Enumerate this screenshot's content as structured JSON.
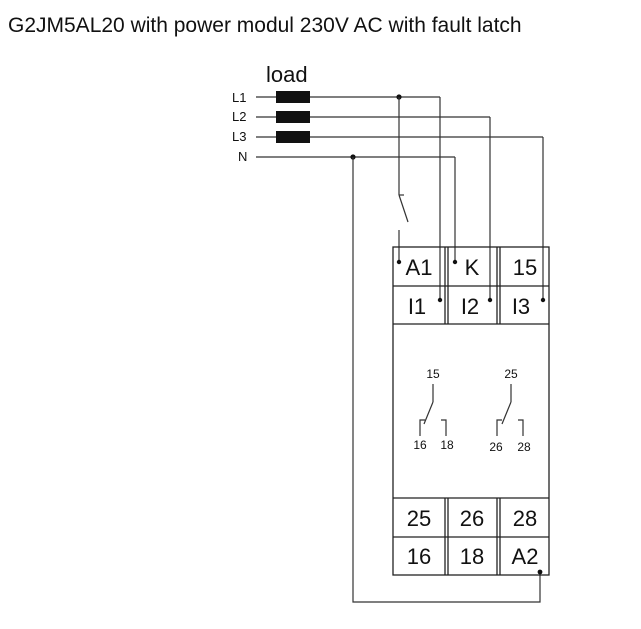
{
  "title": "G2JM5AL20 with power modul 230V AC with fault latch",
  "load_label": "load",
  "lines": [
    "L1",
    "L2",
    "L3",
    "N"
  ],
  "top_terminals_row1": [
    "A1",
    "K",
    "15"
  ],
  "top_terminals_row2": [
    "I1",
    "I2",
    "I3"
  ],
  "contact1": {
    "common": "15",
    "nc": "16",
    "no": "18"
  },
  "contact2": {
    "common": "25",
    "nc": "26",
    "no": "28"
  },
  "bottom_terminals_row1": [
    "25",
    "26",
    "28"
  ],
  "bottom_terminals_row2": [
    "16",
    "18",
    "A2"
  ]
}
